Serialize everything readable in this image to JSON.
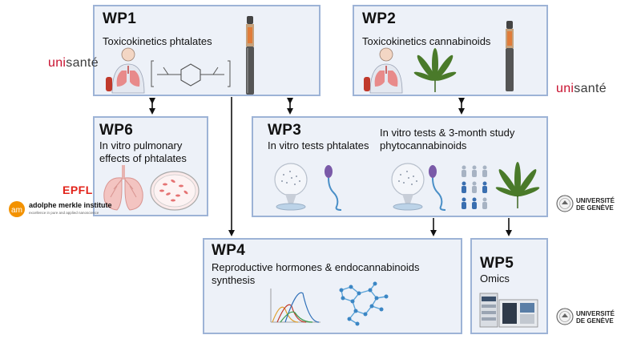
{
  "work_packages": [
    {
      "id": "WP1",
      "title": "WP1",
      "subtitle": "Toxicokinetics phtalates"
    },
    {
      "id": "WP2",
      "title": "WP2",
      "subtitle": "Toxicokinetics cannabinoids"
    },
    {
      "id": "WP3",
      "title": "WP3",
      "subtitle": "In vitro tests phtalates",
      "subtitle2": "In vitro tests & 3-month study phytocannabinoids"
    },
    {
      "id": "WP4",
      "title": "WP4",
      "subtitle": "Reproductive hormones & endocannabinoids synthesis"
    },
    {
      "id": "WP5",
      "title": "WP5",
      "subtitle": "Omics"
    },
    {
      "id": "WP6",
      "title": "WP6",
      "subtitle": "In vitro pulmonary effects of phtalates"
    }
  ],
  "logos": {
    "unisante_red": "uni",
    "unisante_gray": "santé",
    "epfl": "EPFL",
    "ami_main": "adolphe merkle institute",
    "ami_tag": "excellence in pure and applied nanoscience",
    "unige_line1": "UNIVERSITÉ",
    "unige_line2": "DE GENÈVE"
  },
  "colors": {
    "box_fill": "#edf1f8",
    "box_border": "#9db3d6",
    "unisante_red": "#c8102e",
    "epfl_red": "#e2231a",
    "ami_orange": "#f39200"
  }
}
